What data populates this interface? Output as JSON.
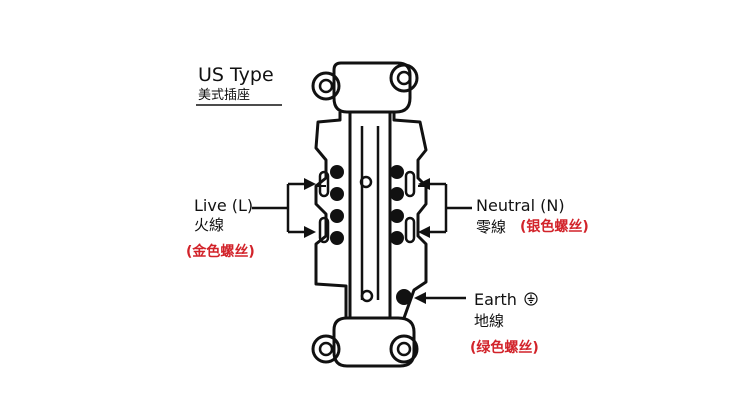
{
  "title": {
    "en": "US Type",
    "zh": "美式插座"
  },
  "live": {
    "en": "Live (L)",
    "zh": "火線",
    "screw": "(金色螺丝)"
  },
  "neutral": {
    "en": "Neutral (N)",
    "zh": "零線",
    "screw": "(银色螺丝)"
  },
  "earth": {
    "en": "Earth",
    "zh": "地線",
    "screw": "(绿色螺丝)",
    "icon": "ground-icon"
  },
  "colors": {
    "line": "#111111",
    "screw_label": "#d2232a",
    "background": "#ffffff"
  }
}
